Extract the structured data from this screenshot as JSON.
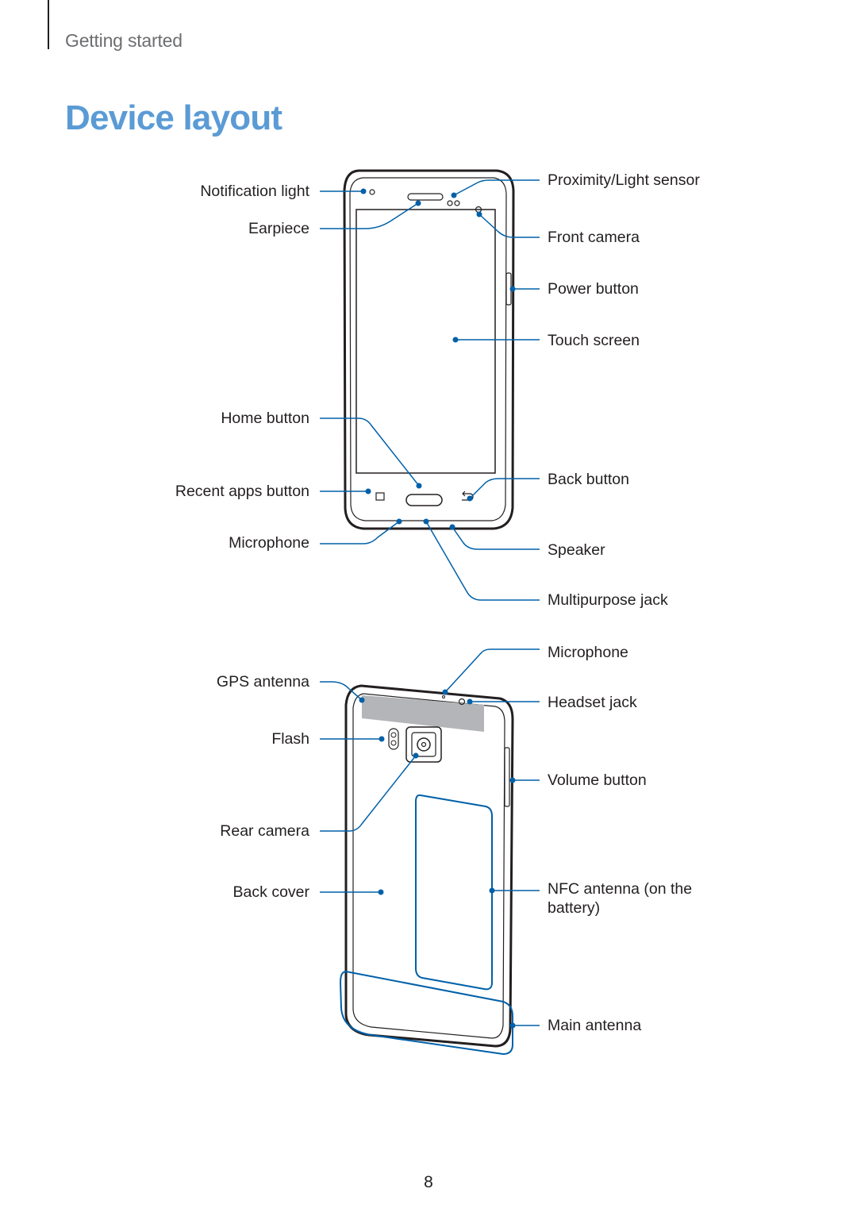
{
  "header": {
    "section": "Getting started"
  },
  "title": "Device layout",
  "front_labels": {
    "notification_light": "Notification light",
    "earpiece": "Earpiece",
    "home_button": "Home button",
    "recent_apps_button": "Recent apps button",
    "microphone": "Microphone",
    "proximity_light_sensor": "Proximity/Light sensor",
    "front_camera": "Front camera",
    "power_button": "Power button",
    "touch_screen": "Touch screen",
    "back_button": "Back button",
    "speaker": "Speaker",
    "multipurpose_jack": "Multipurpose jack"
  },
  "back_labels": {
    "gps_antenna": "GPS antenna",
    "flash": "Flash",
    "rear_camera": "Rear camera",
    "back_cover": "Back cover",
    "microphone": "Microphone",
    "headset_jack": "Headset jack",
    "volume_button": "Volume button",
    "nfc_antenna": "NFC antenna (on the battery)",
    "main_antenna": "Main antenna"
  },
  "footer": {
    "page_number": "8"
  },
  "colors": {
    "title": "#5b9bd5",
    "callout": "#0060a8",
    "text": "#231f20",
    "header": "#6d6e71"
  }
}
